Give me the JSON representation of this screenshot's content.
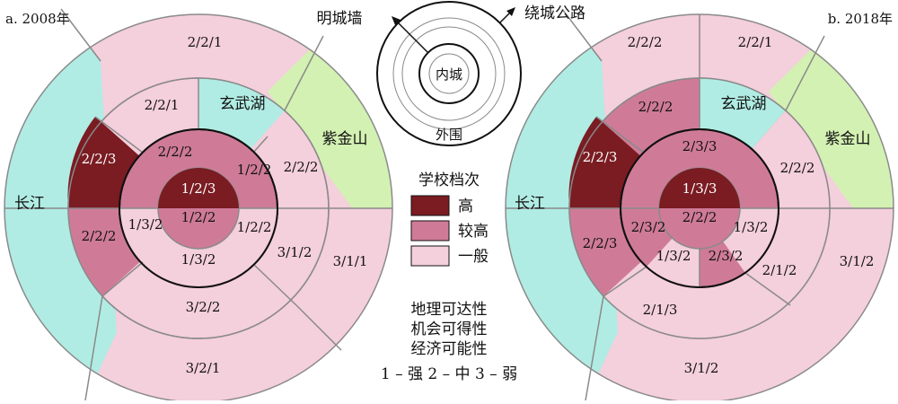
{
  "colors": {
    "high": "#7a1c22",
    "mid_high": "#cf7b98",
    "normal": "#f4cfdc",
    "river": "#b0ece3",
    "lake": "#b0ece3",
    "mountain": "#d3f1b2",
    "line_gray": "#8a8a8a",
    "line_black": "#111111"
  },
  "panel_a": {
    "title": "a. 2008年",
    "labels": {
      "outer_n": "2/2/1",
      "mid_nw": "2/2/1",
      "mid_w": "2/2/3",
      "inner_n": "2/2/2",
      "inner_ne": "1/2/2",
      "mid_ne": "2/2/2",
      "core_n": "1/2/3",
      "core_s": "1/2/2",
      "inner_w": "1/3/2",
      "inner_e": "1/2/2",
      "mid_sw": "2/2/2",
      "inner_s": "1/3/2",
      "mid_se": "3/1/2",
      "outer_e": "3/1/1",
      "mid_s": "3/2/2",
      "outer_s": "3/2/1"
    }
  },
  "panel_b": {
    "title": "b. 2018年",
    "labels": {
      "outer_nw": "2/2/2",
      "outer_ne": "2/2/1",
      "mid_nw": "2/2/2",
      "mid_w": "2/2/3",
      "inner_n": "2/3/3",
      "mid_ne": "2/2/2",
      "core_n": "1/3/3",
      "core_s": "2/2/2",
      "inner_w": "2/3/2",
      "inner_e": "1/3/2",
      "mid_sw": "2/2/3",
      "inner_sw": "1/3/2",
      "inner_se": "2/3/2",
      "mid_se": "2/1/2",
      "outer_e": "3/1/2",
      "mid_s": "2/1/3",
      "outer_s": "3/1/2"
    }
  },
  "features": {
    "river": "长江",
    "lake": "玄武湖",
    "mountain": "紫金山"
  },
  "schematic": {
    "wall_label": "明城墙",
    "road_label": "绕城公路",
    "inner_label": "内城",
    "outer_label": "外围"
  },
  "legend": {
    "title": "学校档次",
    "items": [
      {
        "key": "high",
        "label": "高"
      },
      {
        "key": "mid_high",
        "label": "较高"
      },
      {
        "key": "normal",
        "label": "一般"
      }
    ],
    "dimensions": [
      "地理可达性",
      "机会可得性",
      "经济可能性"
    ],
    "scale": "1 – 强   2 – 中   3 – 弱"
  }
}
